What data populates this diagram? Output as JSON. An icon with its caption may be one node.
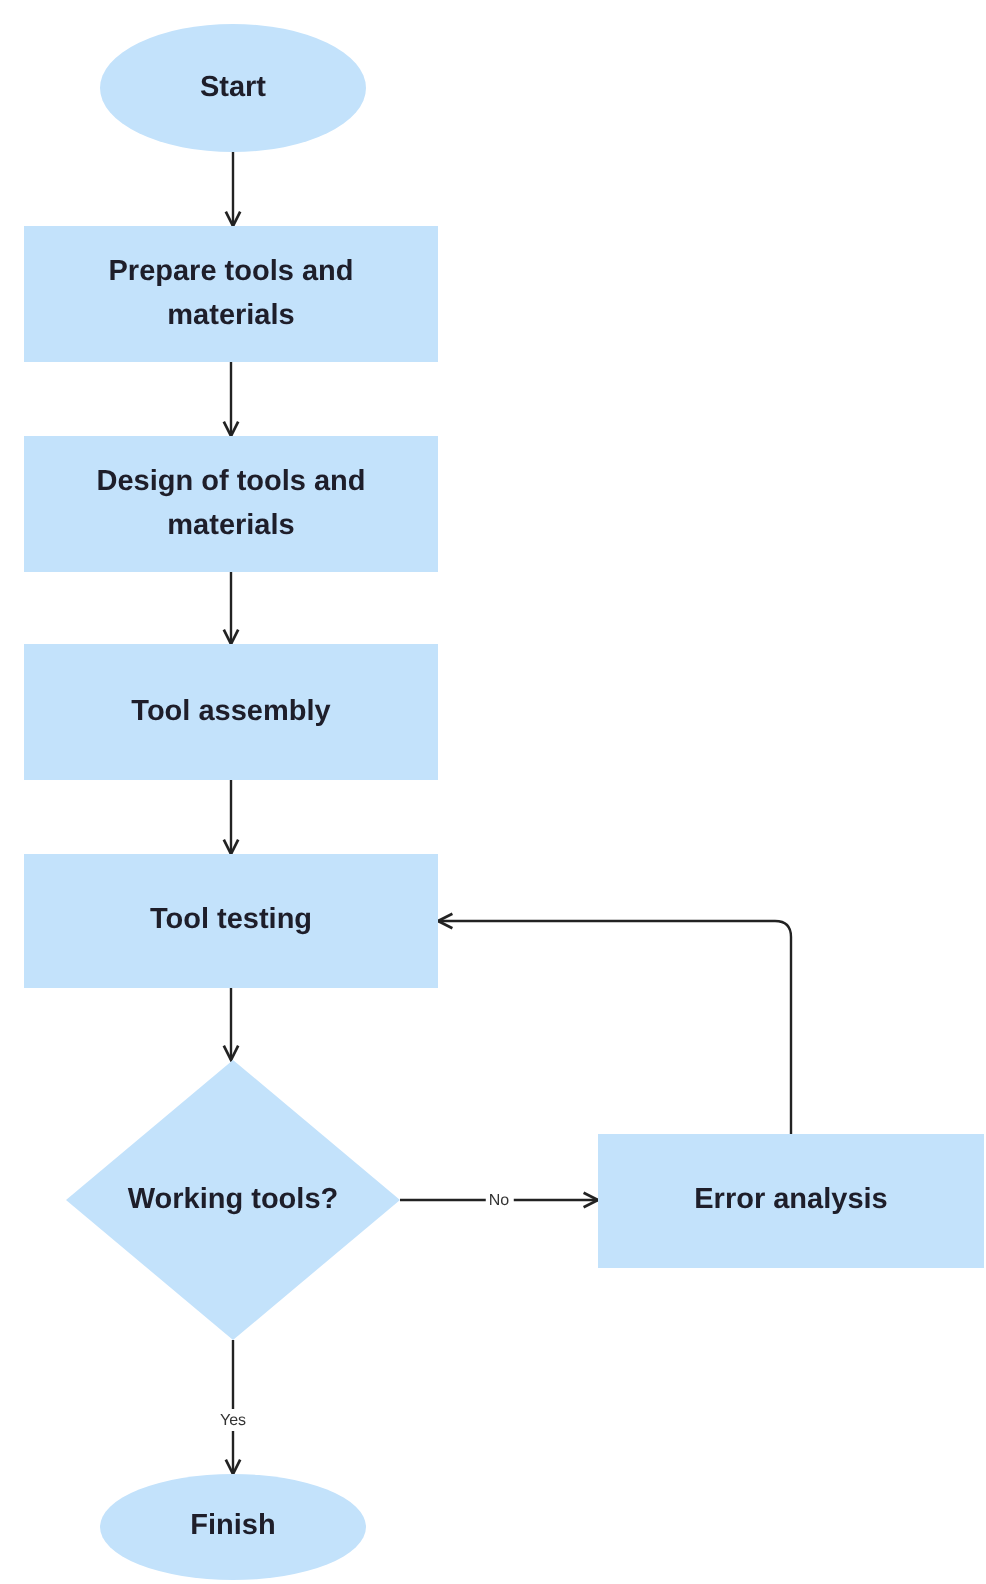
{
  "diagram": {
    "nodes": [
      {
        "text": [
          "Start"
        ]
      },
      {
        "text": [
          "Prepare tools and materials"
        ]
      },
      {
        "text": [
          "Design of tools and materials"
        ]
      },
      {
        "text": [
          "Tool assembly"
        ]
      },
      {
        "text": [
          "Tool testing"
        ]
      },
      {
        "text": [
          "Working tools?"
        ]
      },
      {
        "text": [
          "Error analysis"
        ]
      },
      {
        "text": [
          "Finish"
        ]
      }
    ],
    "edges": [
      {
        "from": 0,
        "to": 1,
        "arrow": "to"
      },
      {
        "from": 1,
        "to": 2,
        "arrow": "to"
      },
      {
        "from": 2,
        "to": 3,
        "arrow": "to"
      },
      {
        "from": 3,
        "to": 4,
        "arrow": "to"
      },
      {
        "from": 4,
        "to": 5,
        "arrow": "to"
      },
      {
        "from": 5,
        "to": 6,
        "arrow": "to",
        "label": "No"
      },
      {
        "from": 6,
        "to": 4,
        "arrow": "to"
      },
      {
        "from": 5,
        "to": 7,
        "arrow": "to",
        "label": "Yes"
      }
    ]
  }
}
